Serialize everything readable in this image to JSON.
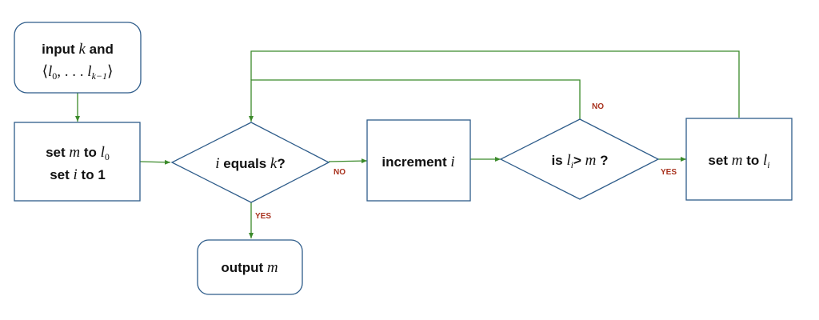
{
  "colors": {
    "node_border": "#2e5c8a",
    "edge": "#3b8a2a",
    "edge_label": "#a8321e",
    "text": "#111111"
  },
  "nodes": {
    "input": {
      "line1_word": "input",
      "line1_var": "k",
      "line1_end": "and",
      "line2_open": "⟨",
      "line2_var1": "l",
      "line2_sub1": "0",
      "line2_mid": ", . . . ",
      "line2_var2": "l",
      "line2_sub2": "k−1",
      "line2_close": "⟩"
    },
    "init": {
      "line1_word": "set",
      "line1_var": "m",
      "line1_mid": "to",
      "line1_var2": "l",
      "line1_sub": "0",
      "line2_word": "set",
      "line2_var": "i",
      "line2_mid": "to",
      "line2_val": "1"
    },
    "test_end": {
      "var1": "i",
      "mid": "equals",
      "var2": "k",
      "end": "?"
    },
    "increment": {
      "word": "increment",
      "var": "i"
    },
    "compare": {
      "word": "is",
      "var1": "l",
      "sub": "i",
      "op": ">",
      "var2": "m",
      "end": "?"
    },
    "update": {
      "word": "set",
      "var1": "m",
      "mid": "to",
      "var2": "l",
      "sub": "i"
    },
    "output": {
      "word": "output",
      "var": "m"
    }
  },
  "edges": {
    "test_no": "NO",
    "test_yes": "YES",
    "compare_no": "NO",
    "compare_yes": "YES"
  }
}
